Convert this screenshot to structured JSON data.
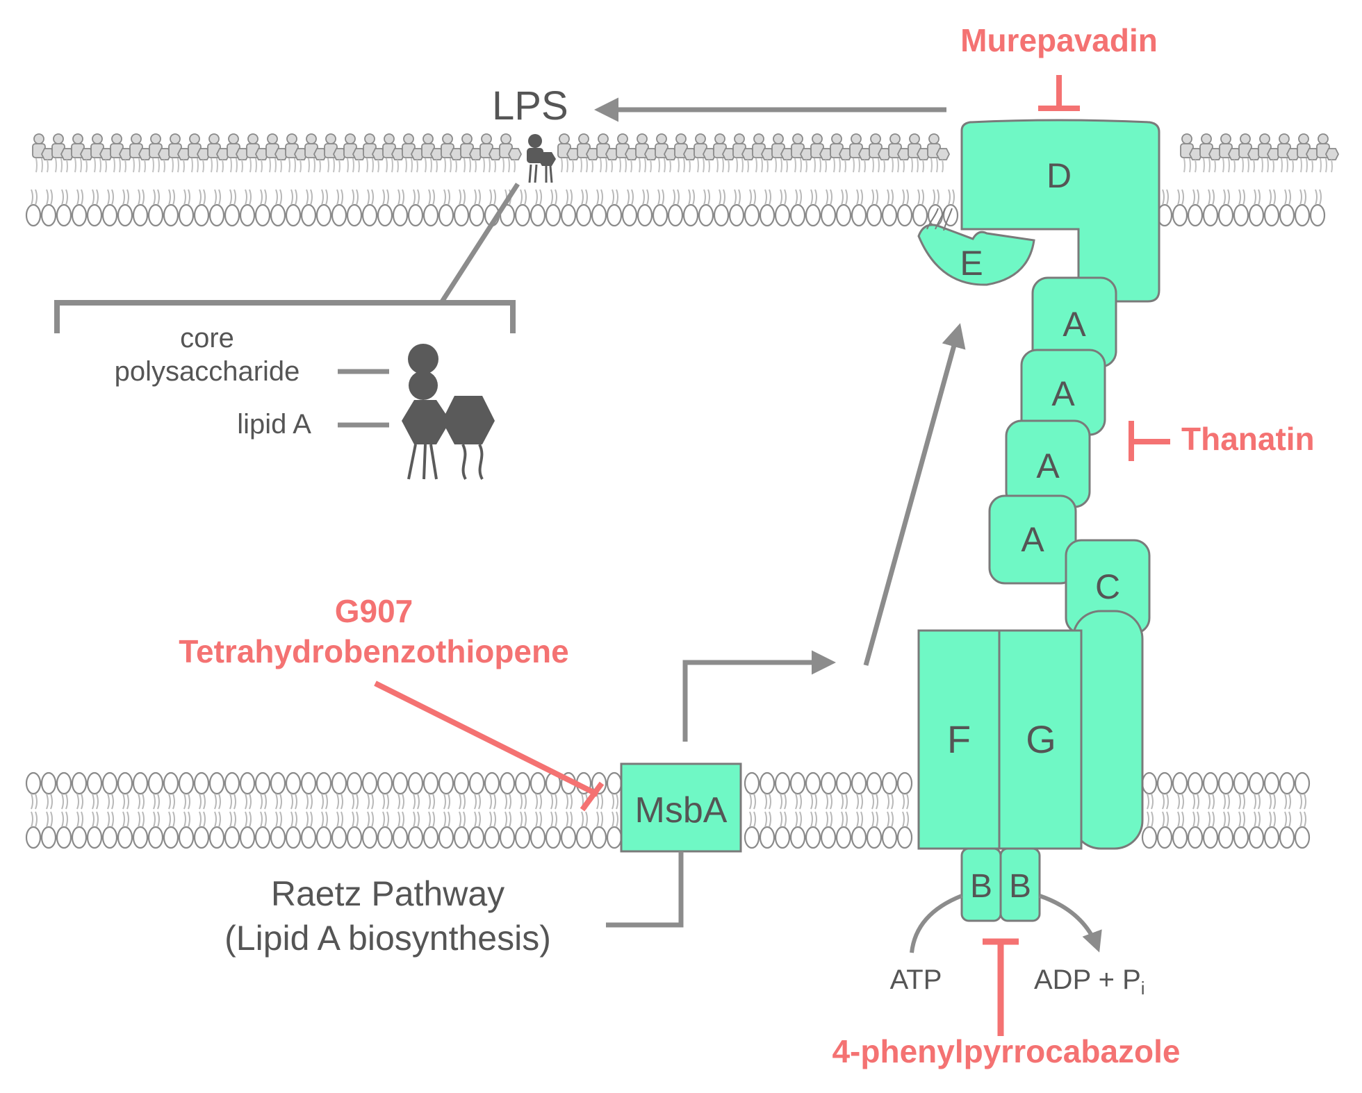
{
  "lps": {
    "label": "LPS"
  },
  "legend": {
    "core_line1": "core",
    "core_line2": "polysaccharide",
    "lipid_a": "lipid A"
  },
  "proteins": {
    "d": "D",
    "e": "E",
    "a1": "A",
    "a2": "A",
    "a3": "A",
    "a4": "A",
    "c": "C",
    "f": "F",
    "g": "G",
    "b1": "B",
    "b2": "B",
    "msba": "MsbA"
  },
  "pathway": {
    "line1": "Raetz Pathway",
    "line2": "(Lipid A biosynthesis)"
  },
  "energy": {
    "atp": "ATP",
    "adp": "ADP + P",
    "adp_subscript": "i"
  },
  "inhibitors": {
    "murepavadin": "Murepavadin",
    "thanatin": "Thanatin",
    "g907_line1": "G907",
    "g907_line2": "Tetrahydrobenzothiopene",
    "phenyl": "4-phenylpyrrocabazole"
  },
  "colors": {
    "protein_fill": "#6ff8c5",
    "protein_stroke": "#7a7a7a",
    "inhibitor": "#f47272",
    "membrane": "#d9d9d9",
    "membrane_stroke": "#8a8a8a",
    "lps_dark": "#5a5a5a",
    "arrow": "#8c8c8c"
  }
}
